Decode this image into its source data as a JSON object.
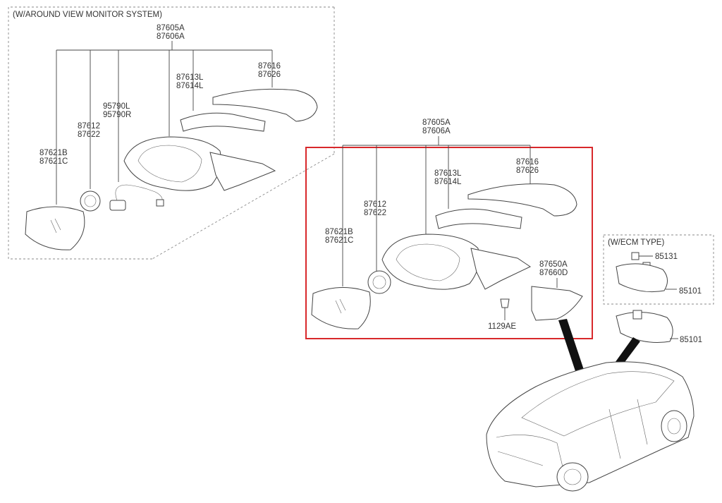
{
  "section_labels": {
    "around_view": "(W/AROUND VIEW MONITOR SYSTEM)",
    "ecm_type": "(W/ECM TYPE)"
  },
  "av_labels": {
    "assy_a": "87605A",
    "assy_b": "87606A",
    "cover_a": "87616",
    "cover_b": "87626",
    "lamp_a": "87613L",
    "lamp_b": "87614L",
    "camera_a": "95790L",
    "camera_b": "95790R",
    "actuator_a": "87612",
    "actuator_b": "87622",
    "glass_a": "87621B",
    "glass_b": "87621C"
  },
  "main_labels": {
    "assy_a": "87605A",
    "assy_b": "87606A",
    "cover_a": "87616",
    "cover_b": "87626",
    "lamp_a": "87613L",
    "lamp_b": "87614L",
    "actuator_a": "87612",
    "actuator_b": "87622",
    "glass_a": "87621B",
    "glass_b": "87621C",
    "trim_a": "87650A",
    "trim_b": "87660D",
    "screw": "1129AE"
  },
  "ecm_labels": {
    "clip": "85131",
    "mirror": "85101"
  },
  "inner_mirror_label": "85101",
  "colors": {
    "highlight_box": "#d8282b",
    "line": "#444444"
  }
}
